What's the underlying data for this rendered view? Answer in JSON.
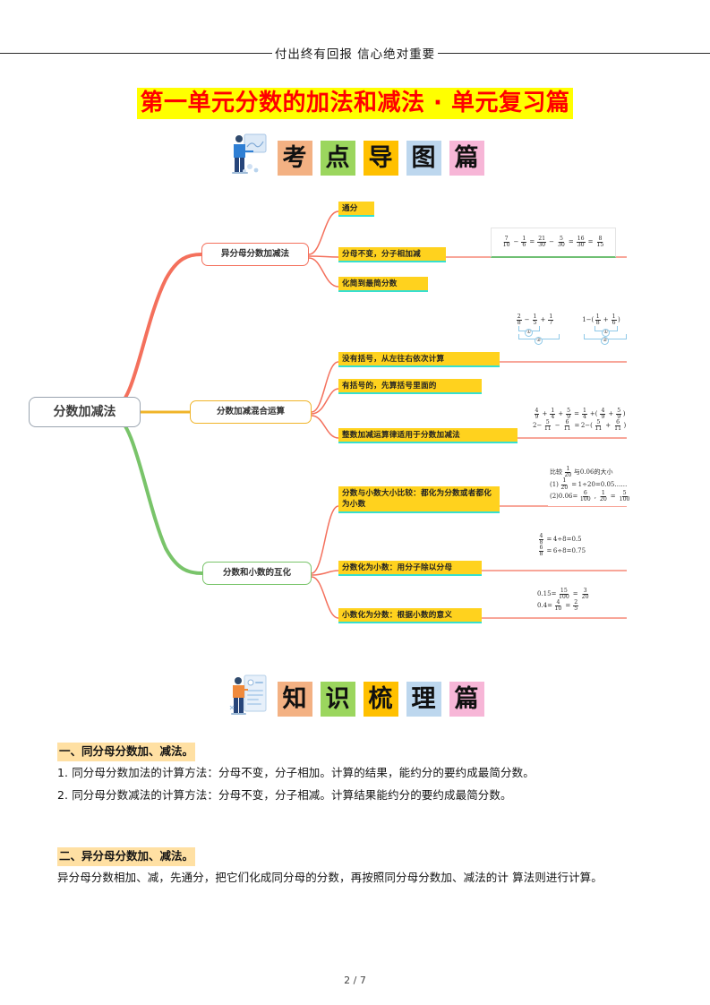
{
  "header": {
    "running_head": "付出终有回报  信心绝对重要",
    "title": "第一单元分数的加法和减法 · 单元复习篇",
    "title_bg": "#ffff00",
    "title_color": "#ff0000"
  },
  "banner_top": {
    "figure_icon": "teacher-presenting-icon",
    "tiles": [
      {
        "char": "考",
        "color": "#f3b183"
      },
      {
        "char": "点",
        "color": "#9bd65e"
      },
      {
        "char": "导",
        "color": "#ffc000"
      },
      {
        "char": "图",
        "color": "#bdd7ee"
      },
      {
        "char": "篇",
        "color": "#f7b6d7"
      }
    ]
  },
  "banner_bottom": {
    "figure_icon": "person-checklist-icon",
    "tiles": [
      {
        "char": "知",
        "color": "#f3b183"
      },
      {
        "char": "识",
        "color": "#9bd65e"
      },
      {
        "char": "梳",
        "color": "#ffc000"
      },
      {
        "char": "理",
        "color": "#bdd7ee"
      },
      {
        "char": "篇",
        "color": "#f7b6d7"
      }
    ]
  },
  "mindmap": {
    "root": {
      "label": "分数加减法",
      "border_color": "#9aa4b0"
    },
    "branches": [
      {
        "id": "b1",
        "label": "异分母分数加减法",
        "color": "#f4705c"
      },
      {
        "id": "b2",
        "label": "分数加减混合运算",
        "color": "#f0b429"
      },
      {
        "id": "b3",
        "label": "分数和小数的互化",
        "color": "#79c46a"
      }
    ],
    "leaves": [
      {
        "branch": "b1",
        "text": "通分"
      },
      {
        "branch": "b1",
        "text": "分母不变，分子相加减"
      },
      {
        "branch": "b1",
        "text": "化简到最简分数"
      },
      {
        "branch": "b2",
        "text": "没有括号，从左往右依次计算"
      },
      {
        "branch": "b2",
        "text": "有括号的，先算括号里面的"
      },
      {
        "branch": "b2",
        "text": "整数加减运算律适用于分数加减法"
      },
      {
        "branch": "b3",
        "text": "分数与小数大小比较：都化为分数或者都化为小数"
      },
      {
        "branch": "b3",
        "text": "分数化为小数：用分子除以分母"
      },
      {
        "branch": "b3",
        "text": "小数化为分数：根据小数的意义"
      }
    ],
    "leaf_bg": "#ffd21e",
    "leaf_underline": "#35e0d0",
    "examples": {
      "unlike_denominator": {
        "equation_parts": [
          {
            "t": "frac",
            "n": "7",
            "d": "10"
          },
          {
            "t": "op",
            "v": "−"
          },
          {
            "t": "frac",
            "n": "1",
            "d": "6"
          },
          {
            "t": "op",
            "v": "="
          },
          {
            "t": "frac",
            "n": "21",
            "d": "30"
          },
          {
            "t": "op",
            "v": "−"
          },
          {
            "t": "frac",
            "n": "5",
            "d": "30"
          },
          {
            "t": "op",
            "v": "="
          },
          {
            "t": "frac",
            "n": "16",
            "d": "30"
          },
          {
            "t": "op",
            "v": "="
          },
          {
            "t": "frac",
            "n": "8",
            "d": "15"
          }
        ],
        "reduce_num": "8",
        "reduce_den": "15"
      },
      "order_left": {
        "parts": [
          {
            "t": "frac",
            "n": "2",
            "d": "8"
          },
          {
            "t": "op",
            "v": "−"
          },
          {
            "t": "frac",
            "n": "1",
            "d": "5"
          },
          {
            "t": "op",
            "v": "+"
          },
          {
            "t": "frac",
            "n": "1",
            "d": "7"
          }
        ],
        "mark1": "①",
        "mark2": "②"
      },
      "order_right": {
        "parts": [
          {
            "t": "txt",
            "v": "1−("
          },
          {
            "t": "frac",
            "n": "1",
            "d": "8"
          },
          {
            "t": "op",
            "v": "+"
          },
          {
            "t": "frac",
            "n": "1",
            "d": "6"
          },
          {
            "t": "txt",
            "v": ")"
          }
        ],
        "mark1": "①",
        "mark2": "②"
      },
      "operation_laws": {
        "line1": [
          {
            "t": "frac",
            "n": "4",
            "d": "9"
          },
          {
            "t": "op",
            "v": "+"
          },
          {
            "t": "frac",
            "n": "1",
            "d": "4"
          },
          {
            "t": "op",
            "v": "+"
          },
          {
            "t": "frac",
            "n": "5",
            "d": "9"
          },
          {
            "t": "op",
            "v": "="
          },
          {
            "t": "frac",
            "n": "1",
            "d": "4"
          },
          {
            "t": "op",
            "v": "+("
          },
          {
            "t": "frac",
            "n": "4",
            "d": "9"
          },
          {
            "t": "op",
            "v": "+"
          },
          {
            "t": "frac",
            "n": "5",
            "d": "9"
          },
          {
            "t": "txt",
            "v": ")"
          }
        ],
        "line2": [
          {
            "t": "txt",
            "v": "2−"
          },
          {
            "t": "frac",
            "n": "5",
            "d": "11"
          },
          {
            "t": "op",
            "v": "−"
          },
          {
            "t": "frac",
            "n": "6",
            "d": "11"
          },
          {
            "t": "op",
            "v": "="
          },
          {
            "t": "txt",
            "v": "2−("
          },
          {
            "t": "frac",
            "n": "5",
            "d": "11"
          },
          {
            "t": "op",
            "v": "+"
          },
          {
            "t": "frac",
            "n": "6",
            "d": "11"
          },
          {
            "t": "txt",
            "v": ")"
          }
        ]
      },
      "compare": {
        "title_pre": "比较",
        "title_frac_n": "1",
        "title_frac_d": "20",
        "title_post": "与0.06的大小",
        "line1": [
          {
            "t": "txt",
            "v": "(1)"
          },
          {
            "t": "frac",
            "n": "1",
            "d": "20"
          },
          {
            "t": "op",
            "v": "="
          },
          {
            "t": "txt",
            "v": "1÷20=0.05"
          },
          {
            "t": "txt",
            "v": "……"
          }
        ],
        "line2": [
          {
            "t": "txt",
            "v": "(2)0.06="
          },
          {
            "t": "frac",
            "n": "6",
            "d": "100"
          },
          {
            "t": "op",
            "v": ","
          },
          {
            "t": "frac",
            "n": "1",
            "d": "20"
          },
          {
            "t": "op",
            "v": "="
          },
          {
            "t": "frac",
            "n": "5",
            "d": "100"
          }
        ]
      },
      "frac_to_dec": {
        "line1": [
          {
            "t": "frac",
            "n": "4",
            "d": "8"
          },
          {
            "t": "op",
            "v": "="
          },
          {
            "t": "txt",
            "v": "4÷8=0.5"
          }
        ],
        "line2": [
          {
            "t": "frac",
            "n": "6",
            "d": "8"
          },
          {
            "t": "op",
            "v": "="
          },
          {
            "t": "txt",
            "v": "6÷8=0.75"
          }
        ]
      },
      "dec_to_frac": {
        "line1": [
          {
            "t": "txt",
            "v": "0.15="
          },
          {
            "t": "frac",
            "n": "15",
            "d": "100"
          },
          {
            "t": "op",
            "v": "="
          },
          {
            "t": "frac",
            "n": "3",
            "d": "20"
          }
        ],
        "line2": [
          {
            "t": "txt",
            "v": "0.4="
          },
          {
            "t": "frac",
            "n": "4",
            "d": "10"
          },
          {
            "t": "op",
            "v": "="
          },
          {
            "t": "frac",
            "n": "2",
            "d": "5"
          }
        ]
      }
    }
  },
  "content": {
    "section1_heading": "一、同分母分数加、减法。",
    "section1_item1": "1. 同分母分数加法的计算方法：分母不变，分子相加。计算的结果，能约分的要约成最简分数。",
    "section1_item2": "2. 同分母分数减法的计算方法：分母不变，分子相减。计算结果能约分的要约成最简分数。",
    "section2_heading": "二、异分母分数加、减法。",
    "section2_para": "异分母分数相加、减，先通分，把它们化成同分母的分数，再按照同分母分数加、减法的计 算法则进行计算。"
  },
  "footer": {
    "page": "2 / 7"
  }
}
